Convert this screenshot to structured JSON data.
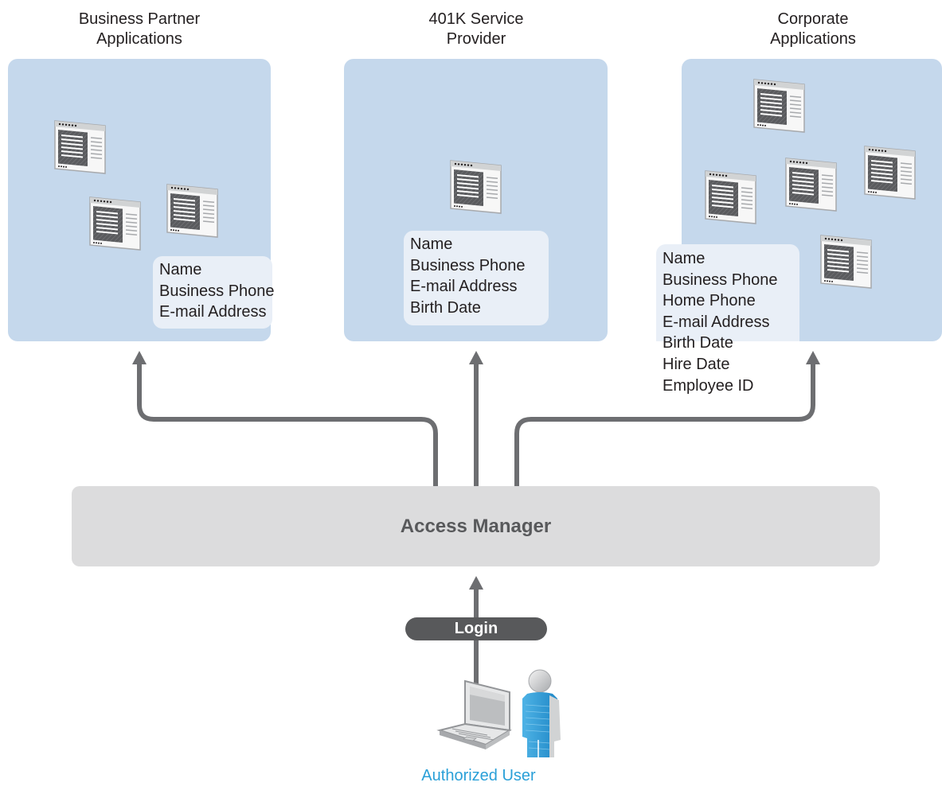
{
  "groups": [
    {
      "title_line1": "Business Partner",
      "title_line2": "Applications",
      "attributes": [
        "Name",
        "Business Phone",
        "E-mail Address"
      ]
    },
    {
      "title_line1": "401K Service",
      "title_line2": "Provider",
      "attributes": [
        "Name",
        "Business Phone",
        "E-mail Address",
        "Birth Date"
      ]
    },
    {
      "title_line1": "Corporate",
      "title_line2": "Applications",
      "attributes": [
        "Name",
        "Business Phone",
        "Home Phone",
        "E-mail Address",
        "Birth Date",
        "Hire Date",
        "Employee ID"
      ]
    }
  ],
  "access_manager": {
    "label": "Access Manager"
  },
  "login": {
    "label": "Login"
  },
  "user": {
    "label": "Authorized User"
  },
  "colors": {
    "panel": "#c5d8ec",
    "attribute_box": "#e9eff7",
    "arrow": "#6d6e71",
    "access_manager_bar": "#dcdcdd",
    "login_pill": "#58595b",
    "user_label": "#2aa0d8"
  }
}
